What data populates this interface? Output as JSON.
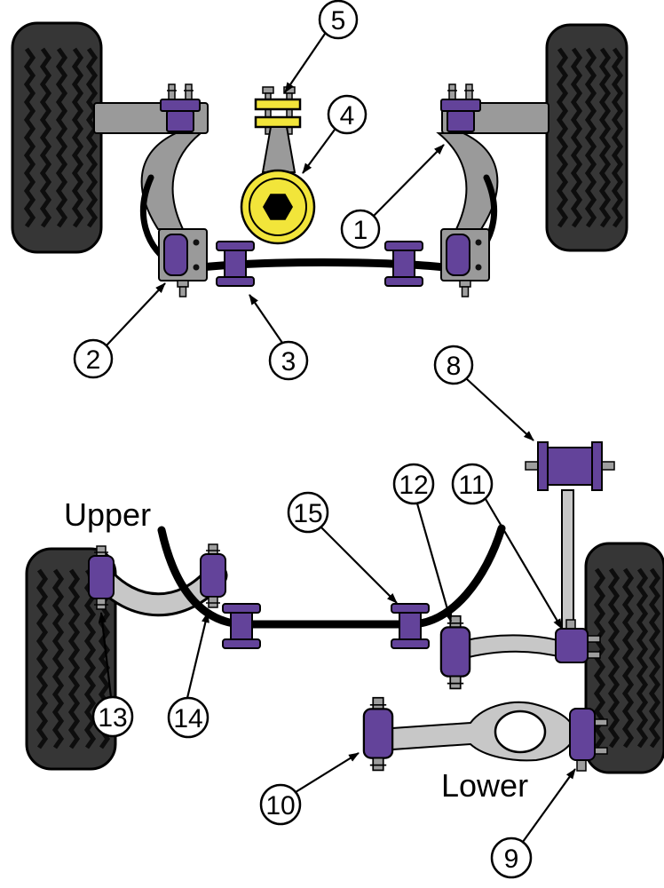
{
  "labels": {
    "upper": "Upper",
    "lower": "Lower"
  },
  "callouts": [
    {
      "label": "1"
    },
    {
      "label": "2"
    },
    {
      "label": "3"
    },
    {
      "label": "4"
    },
    {
      "label": "5"
    },
    {
      "label": "8"
    },
    {
      "label": "9"
    },
    {
      "label": "10"
    },
    {
      "label": "11"
    },
    {
      "label": "12"
    },
    {
      "label": "13"
    },
    {
      "label": "14"
    },
    {
      "label": "15"
    }
  ],
  "colors": {
    "bushing": "#63439a",
    "mount": "#f2e53a",
    "arm": "#9a9a9a",
    "arm-light": "#c7c7c7",
    "metal": "#9e9e9e",
    "tire": "#363636",
    "tread": "#0d0d0d",
    "callout-bg": "#ffffff",
    "outline": "#000000"
  }
}
